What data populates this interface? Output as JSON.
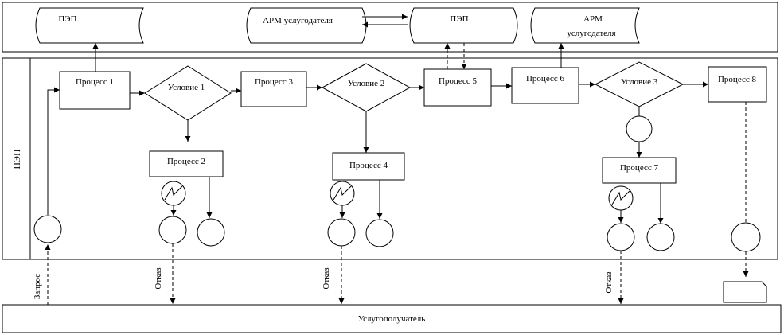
{
  "lanes": {
    "top_lane_label": "",
    "pep_lane_label": "ПЭП",
    "recipient_label": "Услугополучатель"
  },
  "systems": {
    "pep_left": "ПЭП",
    "arm_left": "АРМ услугодателя",
    "pep_center": "ПЭП",
    "arm_right_line1": "АРМ",
    "arm_right_line2": "услугодателя"
  },
  "processes": {
    "p1": "Процесс 1",
    "p2": "Процесс 2",
    "p3": "Процесс 3",
    "p4": "Процесс 4",
    "p5": "Процесс 5",
    "p6": "Процесс 6",
    "p7": "Процесс 7",
    "p8": "Процесс 8"
  },
  "conditions": {
    "c1": "Условие 1",
    "c2": "Условие 2",
    "c3": "Условие 3"
  },
  "flow_labels": {
    "request": "Запрос",
    "refusal_1": "Отказ",
    "refusal_2": "Отказ",
    "refusal_3": "Отказ"
  }
}
